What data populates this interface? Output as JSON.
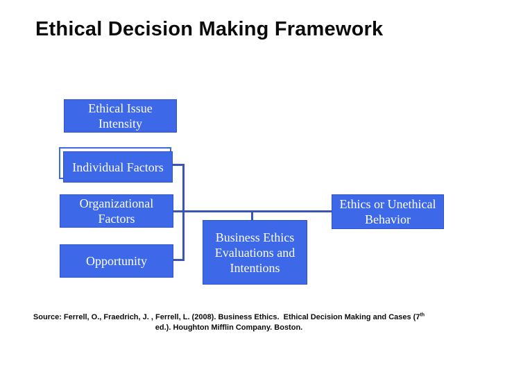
{
  "slide": {
    "title": "Ethical Decision Making Framework",
    "background_color": "#ffffff",
    "title_color": "#0b0b0b"
  },
  "diagram": {
    "type": "flow-diagram",
    "colors": {
      "box_fill": "#3d68e8",
      "box_border": "#2f52c8",
      "box_text": "#ffffff",
      "connector": "#3a55b4"
    },
    "boxes": [
      {
        "id": "ethical-issue-intensity",
        "label": "Ethical Issue Intensity"
      },
      {
        "id": "individual-factors",
        "label": "Individual Factors"
      },
      {
        "id": "organizational-factors",
        "label": "Organizational Factors"
      },
      {
        "id": "opportunity",
        "label": "Opportunity"
      },
      {
        "id": "business-ethics-evaluations-and-intentions",
        "label": "Business Ethics Evaluations and Intentions"
      },
      {
        "id": "ethics-or-unethical-behavior",
        "label": "Ethics or Unethical Behavior"
      }
    ],
    "connections": [
      "individual-factors -> main-line",
      "organizational-factors -> ethics-or-unethical-behavior",
      "opportunity -> main-line",
      "main-line -> business-ethics-evaluations-and-intentions"
    ]
  },
  "source": {
    "line1": "Source: Ferrell, O., Fraedrich, J. , Ferrell, L. (2008). Business Ethics.  Ethical Decision Making and Cases (7",
    "superscript": "th",
    "line2": "ed.). Houghton Mifflin Company. Boston."
  }
}
